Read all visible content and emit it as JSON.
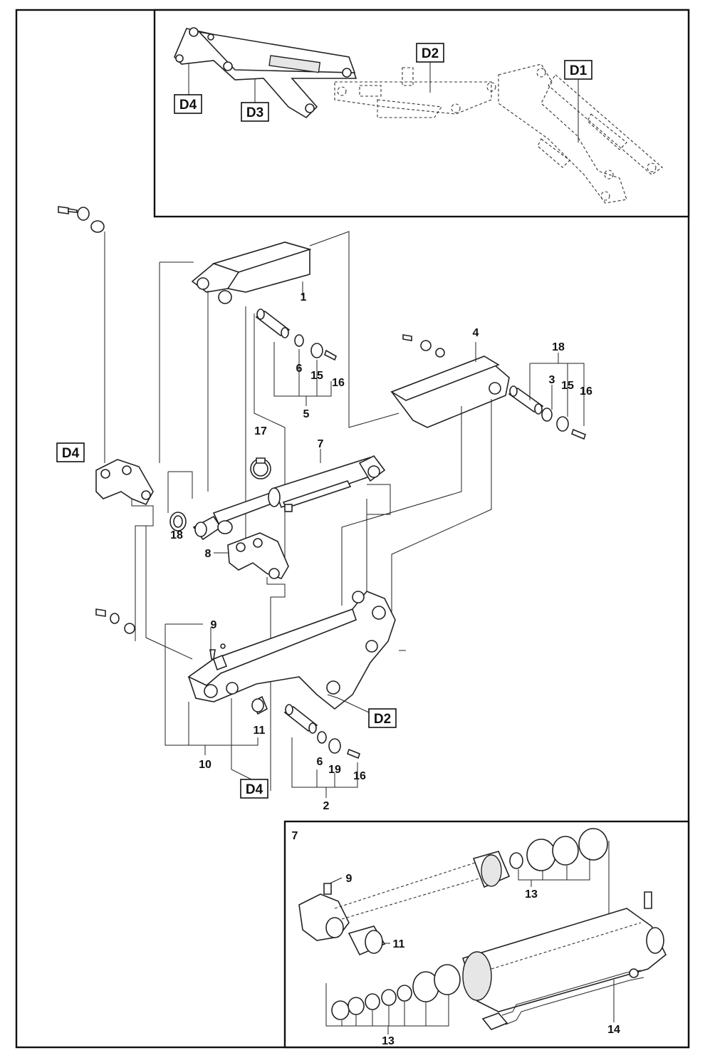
{
  "callouts": {
    "p1": "1",
    "p2": "2",
    "p3": "3",
    "p4": "4",
    "p5": "5",
    "p6a": "6",
    "p6b": "6",
    "p7": "7",
    "p8": "8",
    "p9": "9",
    "p10": "10",
    "p11": "11",
    "p15a": "15",
    "p15b": "15",
    "p16a": "16",
    "p16b": "16",
    "p16c": "16",
    "p17": "17",
    "p18a": "18",
    "p18b": "18",
    "p19": "19"
  },
  "boxed_labels": {
    "d1": "D1",
    "d2_top": "D2",
    "d3": "D3",
    "d4_top": "D4",
    "d4_left": "D4",
    "d2_mid": "D2",
    "d4_bottom": "D4"
  },
  "inset": {
    "title": "7",
    "c9": "9",
    "c11": "11",
    "c13a": "13",
    "c13b": "13",
    "c14": "14"
  }
}
